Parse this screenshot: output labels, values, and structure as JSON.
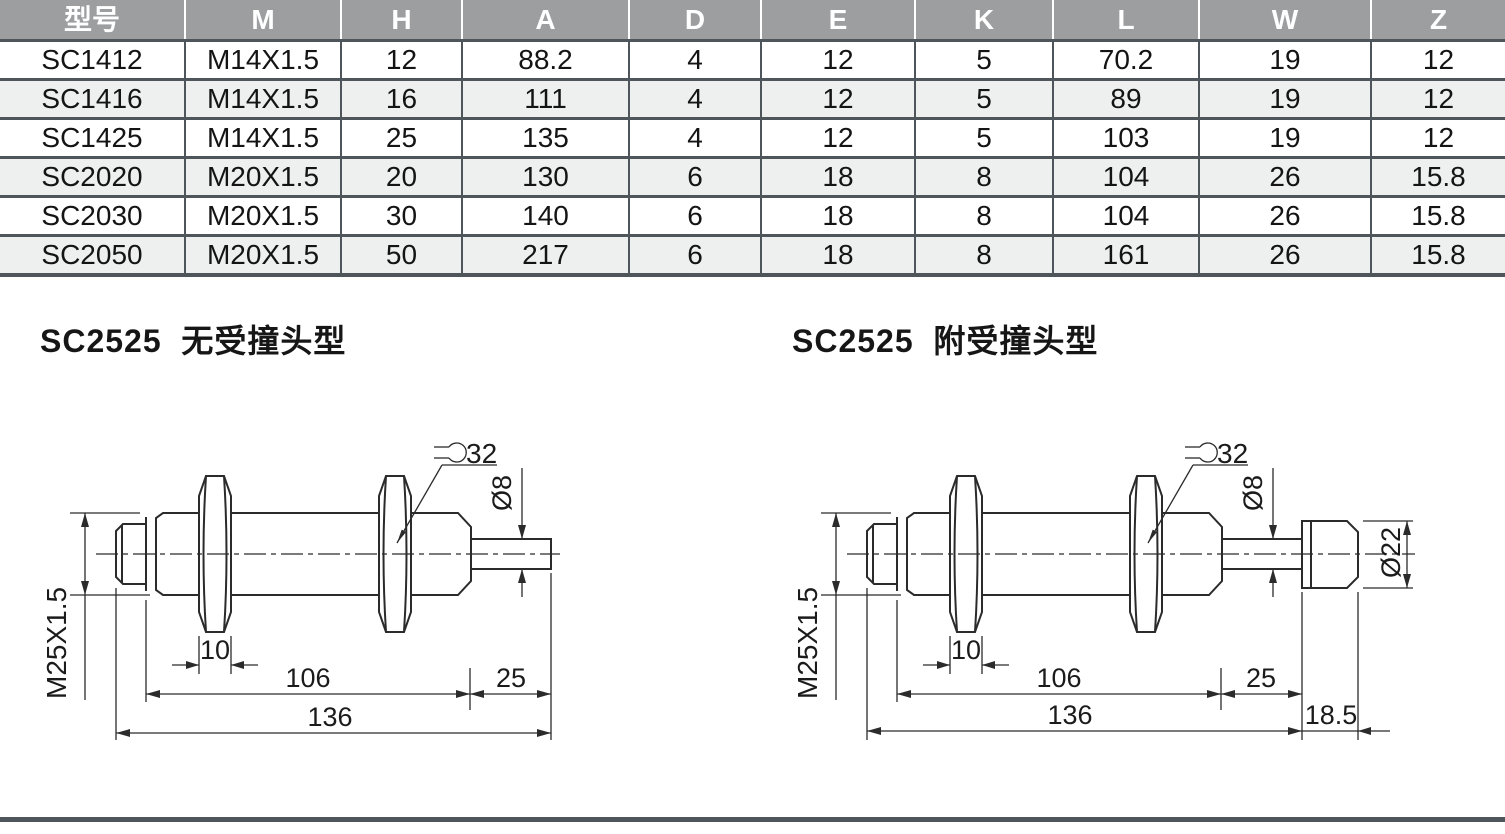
{
  "table": {
    "headers": [
      "型号",
      "M",
      "H",
      "A",
      "D",
      "E",
      "K",
      "L",
      "W",
      "Z"
    ],
    "rows": [
      [
        "SC1412",
        "M14X1.5",
        "12",
        "88.2",
        "4",
        "12",
        "5",
        "70.2",
        "19",
        "12"
      ],
      [
        "SC1416",
        "M14X1.5",
        "16",
        "111",
        "4",
        "12",
        "5",
        "89",
        "19",
        "12"
      ],
      [
        "SC1425",
        "M14X1.5",
        "25",
        "135",
        "4",
        "12",
        "5",
        "103",
        "19",
        "12"
      ],
      [
        "SC2020",
        "M20X1.5",
        "20",
        "130",
        "6",
        "18",
        "8",
        "104",
        "26",
        "15.8"
      ],
      [
        "SC2030",
        "M20X1.5",
        "30",
        "140",
        "6",
        "18",
        "8",
        "104",
        "26",
        "15.8"
      ],
      [
        "SC2050",
        "M20X1.5",
        "50",
        "217",
        "6",
        "18",
        "8",
        "161",
        "26",
        "15.8"
      ]
    ]
  },
  "sections": {
    "left_title": "SC2525  无受撞头型",
    "right_title": "SC2525  附受撞头型"
  },
  "drawings": {
    "left": {
      "labels": {
        "wrench_size": "32",
        "rod_diameter": "Ø8",
        "thread": "M25X1.5",
        "nut_width": "10",
        "body_length": "106",
        "rod_length": "25",
        "total_length": "136"
      }
    },
    "right": {
      "labels": {
        "wrench_size": "32",
        "rod_diameter": "Ø8",
        "head_diameter": "Ø22",
        "thread": "M25X1.5",
        "nut_width": "10",
        "body_length": "106",
        "rod_length": "25",
        "total_length": "136",
        "head_length": "18.5"
      }
    }
  },
  "colors": {
    "header_bg": "#9c9ea0",
    "header_text": "#ffffff",
    "row_alt_bg": "#eef0f0",
    "grid_line": "#4e565b",
    "body_text": "#141414",
    "drawing_line": "#2b2b2b"
  }
}
